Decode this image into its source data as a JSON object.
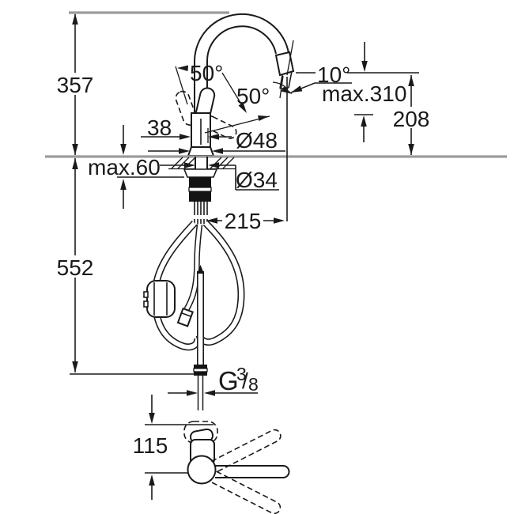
{
  "page": {
    "type": "technical-dimension-drawing",
    "subject": "single-lever kitchen sink mixer with pull-out spout, side view and top view",
    "background": "#ffffff"
  },
  "colors": {
    "line": "#1a1a1a",
    "reference_line": "#9b9b9b"
  },
  "labels": {
    "height_above_deck": "357",
    "height_below_deck": "552",
    "max_deck_thickness": "max.60",
    "body_width": "38",
    "base_diameter": "Ø48",
    "shank_diameter": "Ø34",
    "spout_reach": "215",
    "handle_swing_front": "50°",
    "handle_swing_side": "50°",
    "outlet_tilt_angle": "10°",
    "max_outlet_height": "max.310",
    "outlet_height": "208",
    "thread_g": "G",
    "thread_numerator": "3",
    "thread_slash": "/",
    "thread_denominator": "8",
    "top_view_depth": "115"
  }
}
